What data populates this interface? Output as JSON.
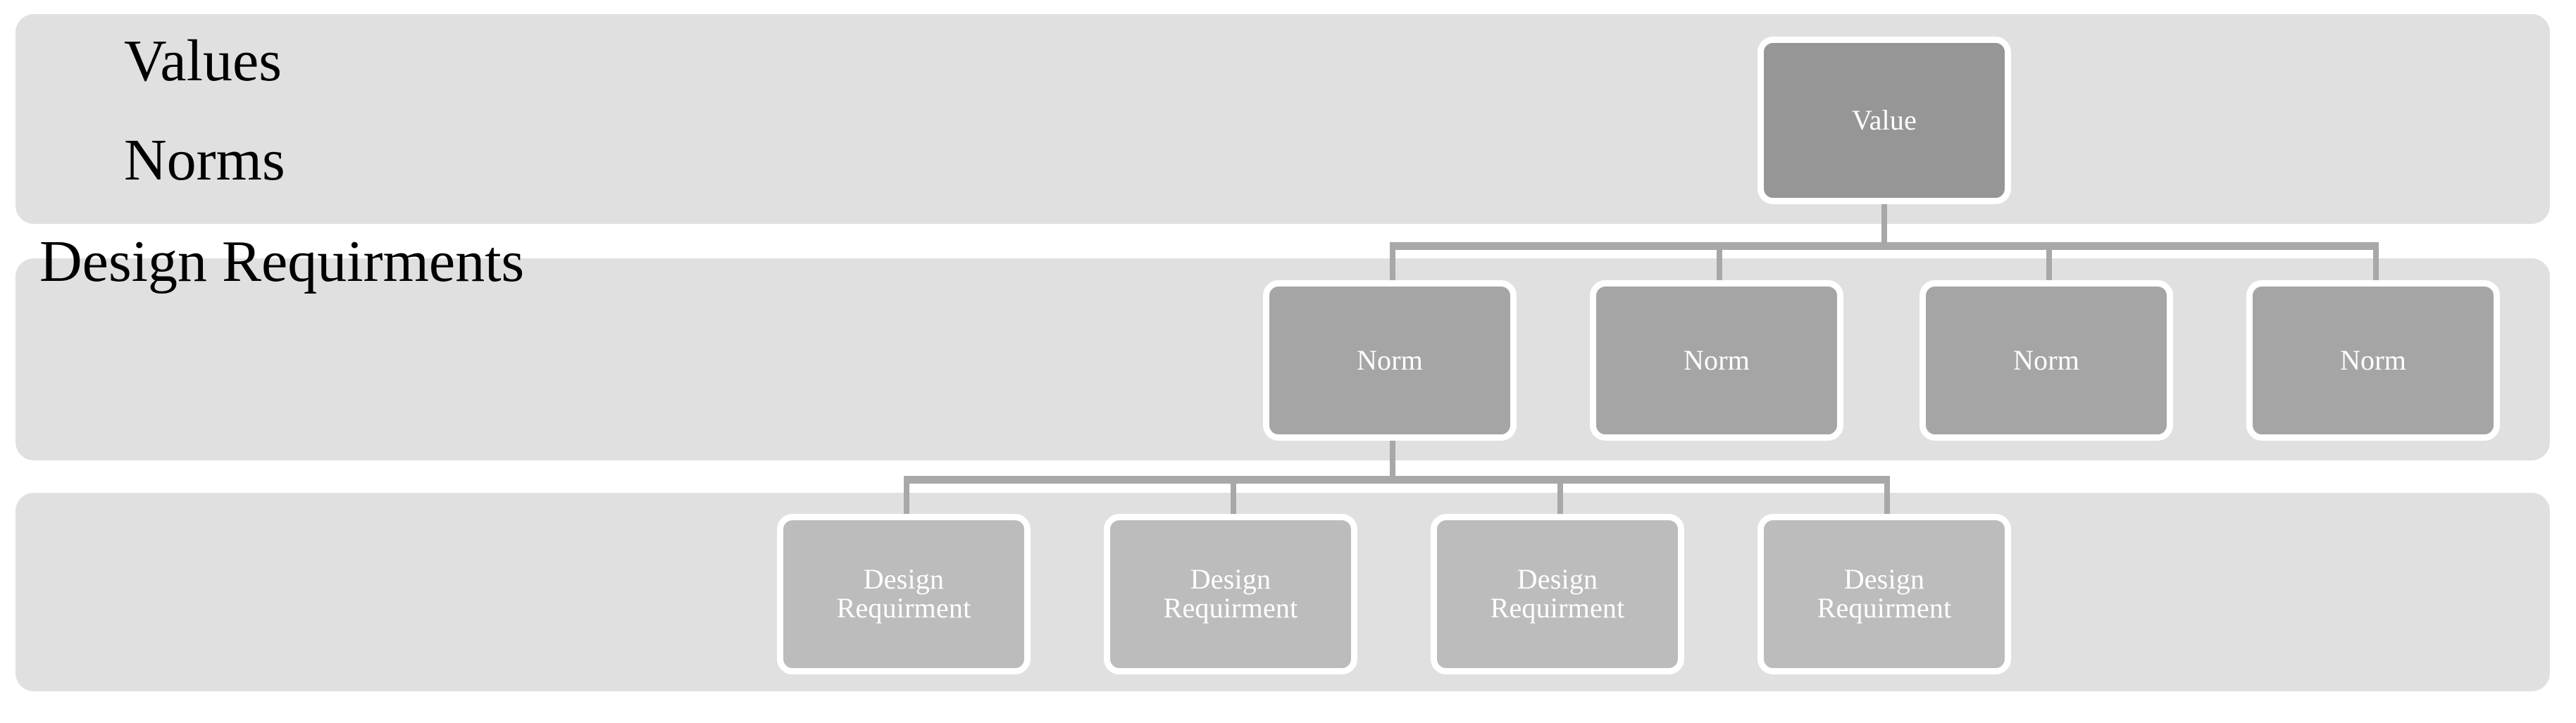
{
  "diagram": {
    "type": "hierarchy-tree",
    "title": "Values / Norms / Design Requirments hierarchy",
    "colors": {
      "band_background": "#e0e0e0",
      "value_node_fill": "#969696",
      "norm_node_fill": "#a5a5a5",
      "design_requirement_node_fill": "#bcbcbc",
      "node_border": "#ffffff",
      "connector": "#a8a8a8",
      "label_text": "#000000",
      "node_text": "#ffffff",
      "page_background": "#ffffff"
    },
    "rows": [
      {
        "id": "values",
        "label": "Values"
      },
      {
        "id": "norms",
        "label": "Norms"
      },
      {
        "id": "design-requirments",
        "label": "Design Requirments"
      }
    ],
    "nodes": {
      "value": [
        {
          "id": "value-1",
          "label": "Value"
        }
      ],
      "norms": [
        {
          "id": "norm-1",
          "label": "Norm"
        },
        {
          "id": "norm-2",
          "label": "Norm"
        },
        {
          "id": "norm-3",
          "label": "Norm"
        },
        {
          "id": "norm-4",
          "label": "Norm"
        }
      ],
      "design_requirments": [
        {
          "id": "dr-1",
          "line1": "Design",
          "line2": "Requirment"
        },
        {
          "id": "dr-2",
          "line1": "Design",
          "line2": "Requirment"
        },
        {
          "id": "dr-3",
          "line1": "Design",
          "line2": "Requirment"
        },
        {
          "id": "dr-4",
          "line1": "Design",
          "line2": "Requirment"
        }
      ]
    },
    "edges": [
      {
        "from": "value-1",
        "to": "norm-1"
      },
      {
        "from": "value-1",
        "to": "norm-2"
      },
      {
        "from": "value-1",
        "to": "norm-3"
      },
      {
        "from": "value-1",
        "to": "norm-4"
      },
      {
        "from": "norm-1",
        "to": "dr-1"
      },
      {
        "from": "norm-1",
        "to": "dr-2"
      },
      {
        "from": "norm-1",
        "to": "dr-3"
      },
      {
        "from": "norm-1",
        "to": "dr-4"
      }
    ]
  }
}
